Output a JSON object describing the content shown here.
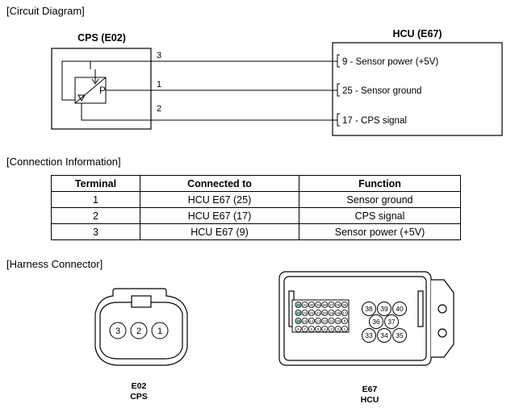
{
  "sections": {
    "circuit": "[Circuit Diagram]",
    "connection": "[Connection Information]",
    "harness": "[Harness Connector]"
  },
  "circuit": {
    "cps_label": "CPS (E02)",
    "hcu_label": "HCU (E67)",
    "sensor_pin_label": "P",
    "wires": [
      {
        "terminal": "3",
        "hcu_pin": "9 - Sensor power (+5V)"
      },
      {
        "terminal": "1",
        "hcu_pin": "25 - Sensor ground"
      },
      {
        "terminal": "2",
        "hcu_pin": "17 - CPS signal"
      }
    ]
  },
  "table": {
    "headers": [
      "Terminal",
      "Connected to",
      "Function"
    ],
    "rows": [
      [
        "1",
        "HCU E67 (25)",
        "Sensor ground"
      ],
      [
        "2",
        "HCU E67 (17)",
        "CPS signal"
      ],
      [
        "3",
        "HCU E67 (9)",
        "Sensor power (+5V)"
      ]
    ]
  },
  "connectors": {
    "e02": {
      "code": "E02",
      "name": "CPS",
      "pins": [
        "3",
        "2",
        "1"
      ]
    },
    "e67": {
      "code": "E67",
      "name": "HCU",
      "large_pins": [
        "38",
        "39",
        "40",
        "36",
        "37",
        "33",
        "34",
        "35"
      ],
      "small_pins": [
        [
          "32",
          "31",
          "30",
          "29",
          "28",
          "27",
          "26",
          "25"
        ],
        [
          "24",
          "23",
          "22",
          "21",
          "20",
          "19",
          "18",
          "17"
        ],
        [
          "16",
          "15",
          "14",
          "13",
          "12",
          "11",
          "10",
          "9"
        ],
        [
          "8",
          "7",
          "6",
          "5",
          "4",
          "3",
          "2",
          "1"
        ]
      ]
    }
  },
  "colors": {
    "line": "#000000",
    "pin_highlight": "#9fd6d6",
    "connector_fill": "#ffffff"
  }
}
